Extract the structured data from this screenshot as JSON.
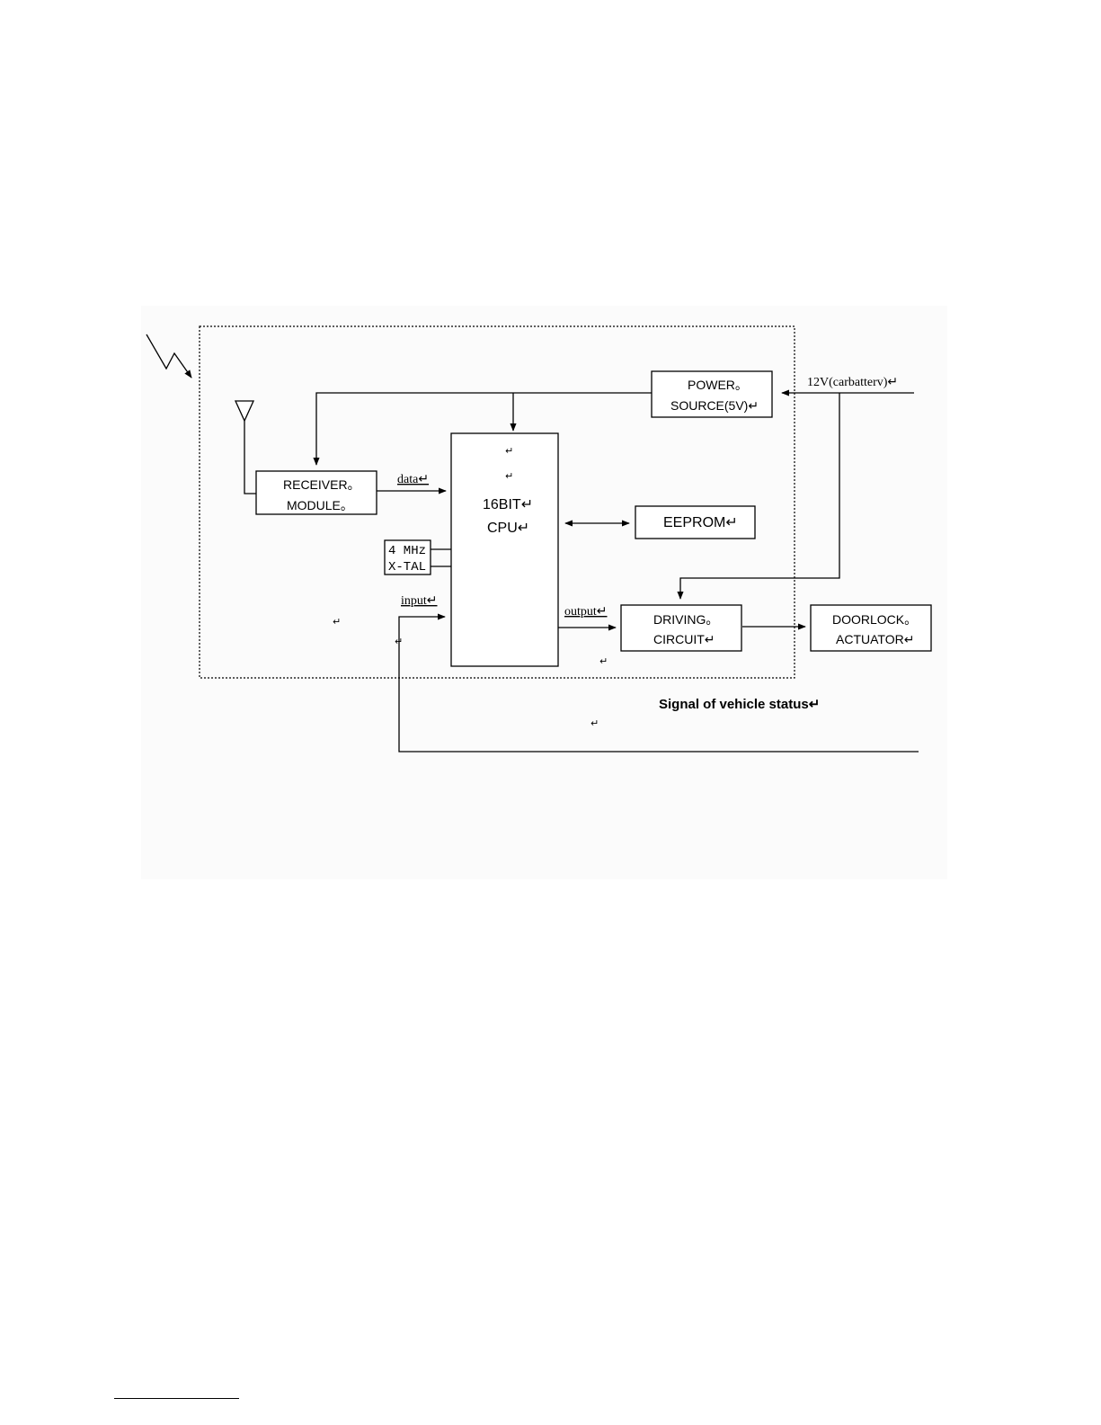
{
  "diagram": {
    "power_source": {
      "line1": "POWER。",
      "line2": "SOURCE(5V)↵"
    },
    "battery_label": "12V(carbatterv)↵",
    "receiver": {
      "line1": "RECEIVER。",
      "line2": "MODULE。"
    },
    "data_label": "data↵",
    "cpu": {
      "line1": "16BIT↵",
      "line2": "CPU↵"
    },
    "eeprom": "EEPROM↵",
    "crystal": {
      "line1": "4 MHz",
      "line2": "X-TAL"
    },
    "input_label": "input↵",
    "output_label": "output↵",
    "driving": {
      "line1": "DRIVING。",
      "line2": "CIRCUIT↵"
    },
    "doorlock": {
      "line1": "DOORLOCK。",
      "line2": "ACTUATOR↵"
    },
    "signal_label": "Signal of vehicle status↵",
    "return_mark": "↵"
  }
}
